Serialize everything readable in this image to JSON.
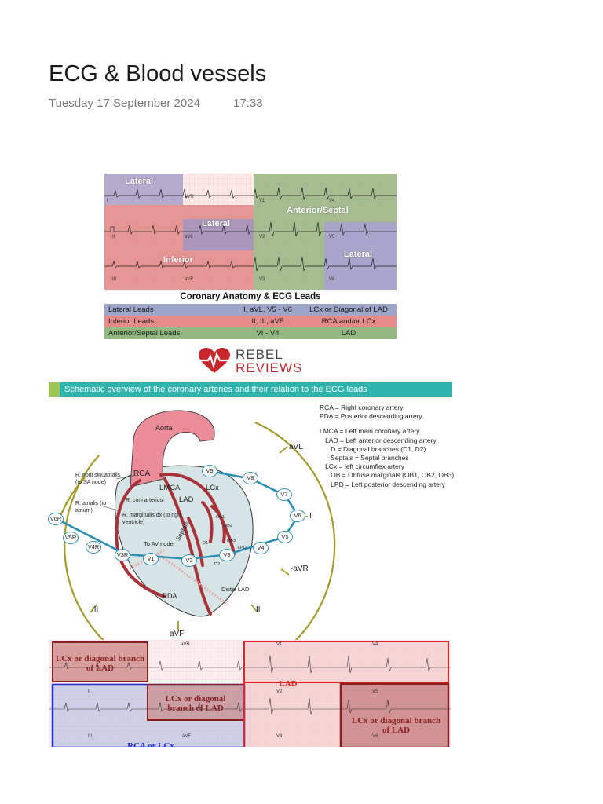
{
  "page": {
    "title": "ECG & Blood vessels",
    "date": "Tuesday 17 September 2024",
    "time": "17:33"
  },
  "figure1": {
    "regions": {
      "lateral_1": "Lateral",
      "lateral_2": "Lateral",
      "lateral_3": "Lateral",
      "inferior": "Inferior",
      "anterior": "Anterior/Septal"
    },
    "leads": {
      "I": "I",
      "aVR": "aVR",
      "V1": "V1",
      "V4": "V4",
      "II": "II",
      "aVL": "aVL",
      "V2": "V2",
      "V5": "V5",
      "III": "III",
      "aVF": "aVF",
      "V3": "V3",
      "V6": "V6"
    },
    "caption": "Coronary Anatomy & ECG Leads",
    "table": [
      {
        "group": "Lateral Leads",
        "leads": "I, aVL, V5 - V6",
        "artery": "LCx or Diagonal of LAD",
        "color": "#9ea6c8"
      },
      {
        "group": "Inferior Leads",
        "leads": "II, III, aVF",
        "artery": "RCA and/or LCx",
        "color": "#e68a8a"
      },
      {
        "group": "Anterior/Septal Leads",
        "leads": "VI - V4",
        "artery": "LAD",
        "color": "#94b882"
      }
    ]
  },
  "logo": {
    "line1": "REBEL",
    "line2": "REVIEWS",
    "icon": "heart-ecg-icon",
    "color": "#c8262d"
  },
  "figure2": {
    "header": "Schematic overview of the coronary arteries and their relation to the ECG leads",
    "legend": [
      "RCA = Right coronary artery",
      "PDA = Posterior descending artery",
      "",
      "LMCA = Left main coronary artery",
      "   LAD = Left anterior descending artery",
      "      D = Diagonal branches (D1, D2)",
      "      Septals = Septal branches",
      "   LCx = left circumflex artery",
      "      OB = Obtuse marginals (OB1, OB2, OB3)",
      "      LPD = Left posterior descending artery"
    ],
    "labels": {
      "aorta": "Aorta",
      "rca": "RCA",
      "lmca": "LMCA",
      "lad": "LAD",
      "lcx": "LCx",
      "septals": "Septals",
      "pda": "PDA",
      "distal_lad": "Distal LAD",
      "to_av_node": "To AV node",
      "nodi": "R. nodi sinuatrialis (to SA node)",
      "atrialis": "R. atrialis (to atrium)",
      "coni": "R. coni arteriosi",
      "marginalis": "R. marginalis dx (to right ventricle)",
      "ob1": "OB1",
      "ob2": "OB2",
      "ob3": "OB3",
      "d1": "D1",
      "d2": "D2",
      "lpd": "LPD",
      "avl": "aVL",
      "i": "I",
      "mavr": "-aVR",
      "ii": "II",
      "iii": "III",
      "avf": "aVF"
    },
    "nodes": {
      "v6r": "V6R",
      "v5r": "V5R",
      "v4r": "V4R",
      "v3r": "V3R",
      "v1": "V1",
      "v2": "V2",
      "v3": "V3",
      "v4": "V4",
      "v5": "V5",
      "v6": "V6",
      "v7": "V7",
      "v8": "V8",
      "v9": "V9"
    }
  },
  "figure3": {
    "box1": "LCx or diagonal branch of LAD",
    "box2": "LCx or diagonal branch of LAD",
    "box3": "LAD",
    "box4": "LCx or diagonal branch of LAD",
    "box5": "RCA or LCx",
    "leads": {
      "avr": "aVR",
      "v1": "V1",
      "v4": "V4",
      "ii": "II",
      "v2": "V2",
      "v5": "V5",
      "iii": "III",
      "avf": "aVF",
      "v3": "V3",
      "v6": "V6"
    }
  }
}
